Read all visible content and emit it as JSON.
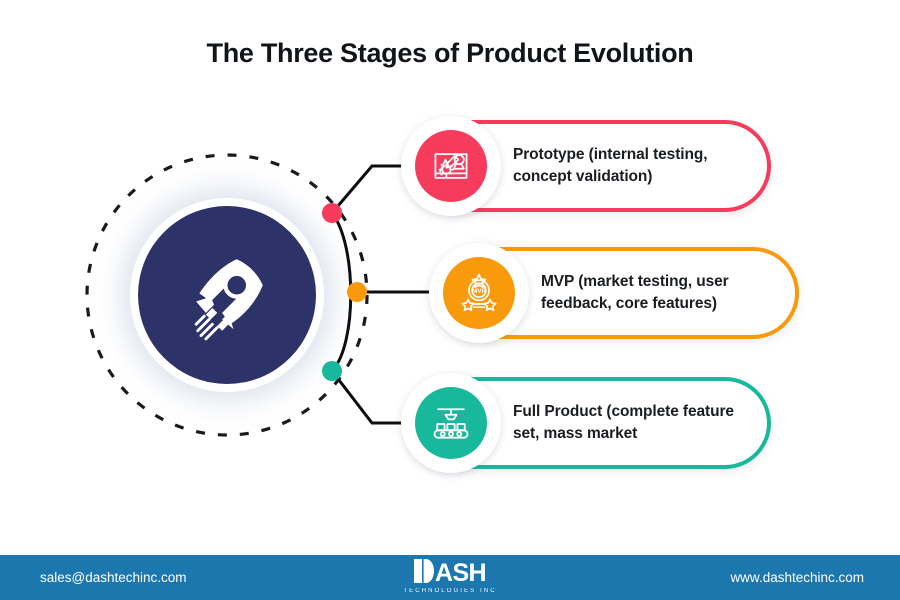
{
  "page": {
    "title": "The Three Stages of Product Evolution",
    "background": "#ffffff"
  },
  "hub": {
    "icon": "rocket-icon",
    "circle_color": "#2d3268",
    "ring_style": "dashed"
  },
  "stages": [
    {
      "id": "prototype",
      "label": "Prototype (internal testing, concept validation)",
      "color": "#f73b5c",
      "icon": "blueprint-drafting-icon",
      "dot": "stage-dot-prototype"
    },
    {
      "id": "mvp",
      "label": "MVP (market testing, user feedback, core features)",
      "color": "#f99a0c",
      "icon": "mvp-badge-icon",
      "dot": "stage-dot-mvp"
    },
    {
      "id": "full-product",
      "label": "Full Product (complete feature set, mass market",
      "color": "#17b89b",
      "icon": "conveyor-production-icon",
      "dot": "stage-dot-full-product"
    }
  ],
  "footer": {
    "email": "sales@dashtechinc.com",
    "website": "www.dashtechinc.com",
    "logo_word": "ASH",
    "logo_tagline": "TECHNOLOGIES INC",
    "bar_color": "#1c77af"
  }
}
